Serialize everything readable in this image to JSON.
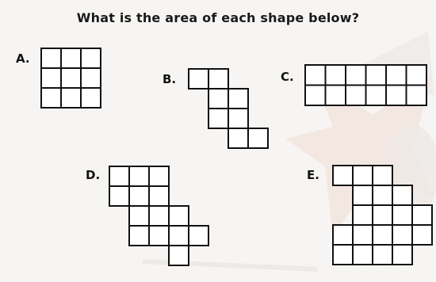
{
  "slide": {
    "question": "What is the area of each shape below?",
    "shapes": [
      {
        "label": "A.",
        "cells_by_row": [
          [
            0,
            1,
            2
          ],
          [
            0,
            1,
            2
          ],
          [
            0,
            1,
            2
          ]
        ]
      },
      {
        "label": "B.",
        "cells_by_row": [
          [
            0,
            1
          ],
          [
            1,
            2
          ],
          [
            1,
            2
          ],
          [
            2,
            3
          ]
        ]
      },
      {
        "label": "C.",
        "cells_by_row": [
          [
            0,
            1,
            2,
            3,
            4,
            5
          ],
          [
            0,
            1,
            2,
            3,
            4,
            5
          ]
        ]
      },
      {
        "label": "D.",
        "cells_by_row": [
          [
            0,
            1,
            2
          ],
          [
            0,
            1,
            2
          ],
          [
            1,
            2,
            3
          ],
          [
            1,
            2,
            3,
            4
          ],
          [
            3
          ]
        ]
      },
      {
        "label": "E.",
        "cells_by_row": [
          [
            0,
            1,
            2
          ],
          [
            1,
            2,
            3
          ],
          [
            1,
            2,
            3,
            4
          ],
          [
            0,
            1,
            2,
            3,
            4
          ],
          [
            0,
            1,
            2,
            3
          ]
        ]
      }
    ]
  },
  "colors": {
    "grid_line": "#111111",
    "background": "#f6f5f3"
  }
}
